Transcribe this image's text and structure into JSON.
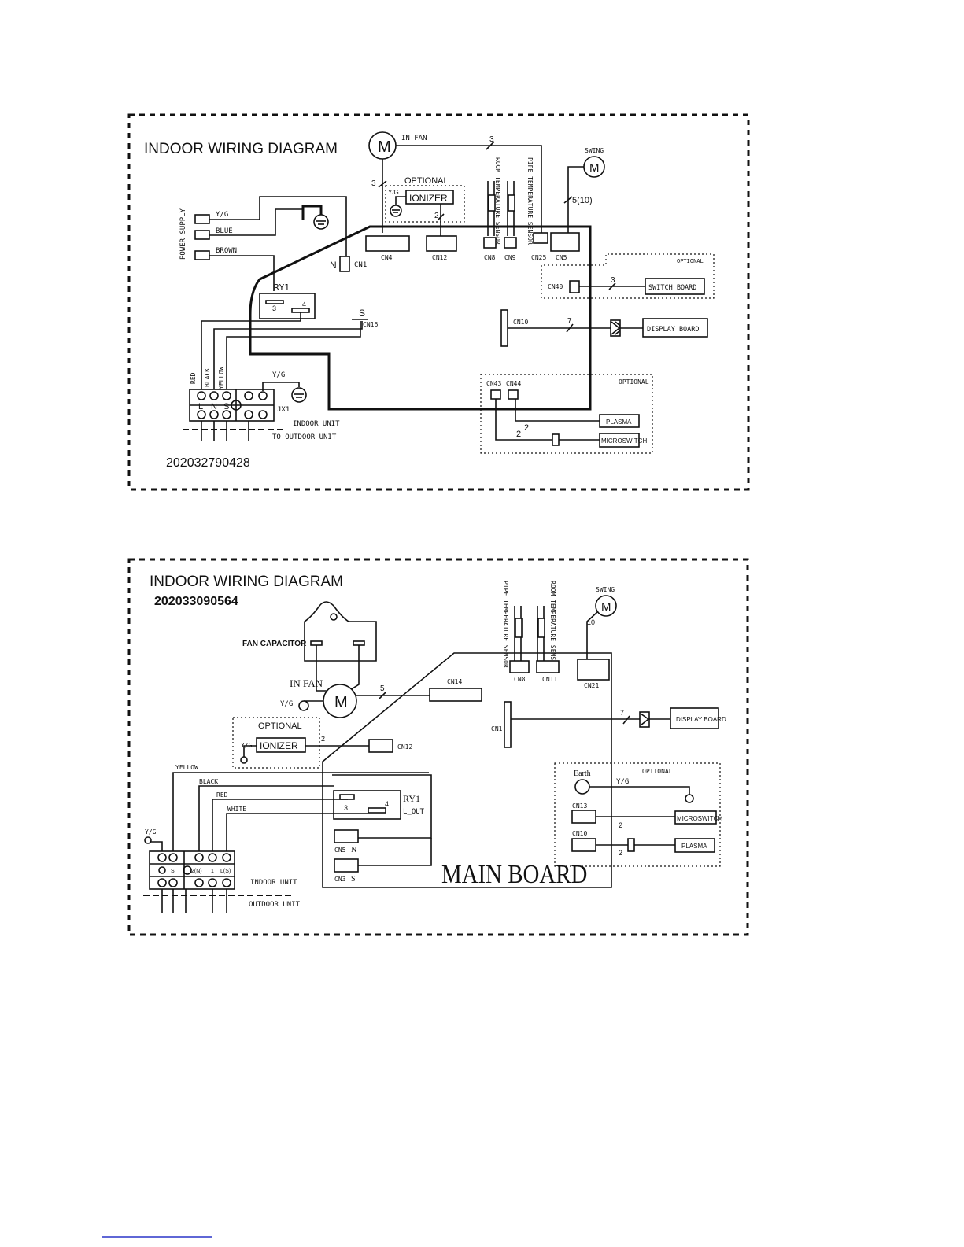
{
  "diagram1": {
    "title": "INDOOR WIRING DIAGRAM",
    "code": "202032790428",
    "in_fan": "IN FAN",
    "motor": "M",
    "swing": "SWING",
    "optional": "OPTIONAL",
    "optional_small": "OPTIONAL",
    "yg": "Y/G",
    "ionizer": "IONIZER",
    "power_supply": "POWER SUPPLY",
    "wire_yg": "Y/G",
    "wire_blue": "BLUE",
    "wire_brown": "BROWN",
    "n": "N",
    "cn1": "CN1",
    "ry1": "RY1",
    "pin3": "3",
    "pin4": "4",
    "s": "S",
    "cn16": "CN16",
    "cn4": "CN4",
    "cn12": "CN12",
    "cn8": "CN8",
    "cn9": "CN9",
    "cn25": "CN25",
    "cn5": "CN5",
    "cn40": "CN40",
    "switch_board": "SWITCH BOARD",
    "cn10": "CN10",
    "display_board": "DISPLAY BOARD",
    "cn43": "CN43",
    "cn44": "CN44",
    "plasma": "PLASMA",
    "microswitch": "MICROSWITCH",
    "room_sensor": "ROOM TEMPERATURE SENSOR",
    "pipe_sensor": "PIPE TEMPERATURE SENSOR",
    "wire_red": "RED",
    "wire_black": "BLACK",
    "wire_yellow": "YELLOW",
    "term_l": "L",
    "term_n": "N",
    "term_s": "S",
    "jx1": "JX1",
    "indoor_unit": "INDOOR UNIT",
    "to_outdoor_unit": "TO OUTDOOR UNIT",
    "n3a": "3",
    "n3b": "3",
    "n2": "2",
    "n510": "5(10)",
    "n3c": "3",
    "n7": "7",
    "n2b": "2",
    "n2c": "2"
  },
  "diagram2": {
    "title": "INDOOR WIRING DIAGRAM",
    "code": "202033090564",
    "fan_capacitor": "FAN CAPACITOR",
    "in_fan": "IN FAN",
    "motor": "M",
    "yg": "Y/G",
    "optional": "OPTIONAL",
    "yg2": "Y/G",
    "ionizer": "IONIZER",
    "cn12": "CN12",
    "cn14": "CN14",
    "n5": "5",
    "n2": "2",
    "pipe_sensor": "PIPE TEMPERATURE SENSOR",
    "room_sensor": "ROOM TEMPERATURE SENSOR",
    "swing": "SWING",
    "n10": "10",
    "cn8": "CN8",
    "cn11": "CN11",
    "cn21": "CN21",
    "cn1": "CN1",
    "n7": "7",
    "display_board": "DISPLAY BOARD",
    "wire_yellow": "YELLOW",
    "wire_black": "BLACK",
    "wire_red": "RED",
    "wire_white": "WHITE",
    "ry1": "RY1",
    "l_out": "L_OUT",
    "pin3": "3",
    "pin4": "4",
    "cn5": "CN5",
    "n_label": "N",
    "cn3": "CN3",
    "s_label": "S",
    "main_board": "MAIN BOARD",
    "optional2": "OPTIONAL",
    "earth": "Earth",
    "yg3": "Y/G",
    "cn13": "CN13",
    "microswitch": "MICROSWITCH",
    "cn10": "CN10",
    "plasma": "PLASMA",
    "n2b": "2",
    "n2c": "2",
    "yg4": "Y/G",
    "tb_s": "S",
    "tb_2n": "2(N)",
    "tb_1": "1",
    "tb_ls": "L(S)",
    "indoor_unit": "INDOOR UNIT",
    "outdoor_unit": "OUTDOOR UNIT"
  }
}
